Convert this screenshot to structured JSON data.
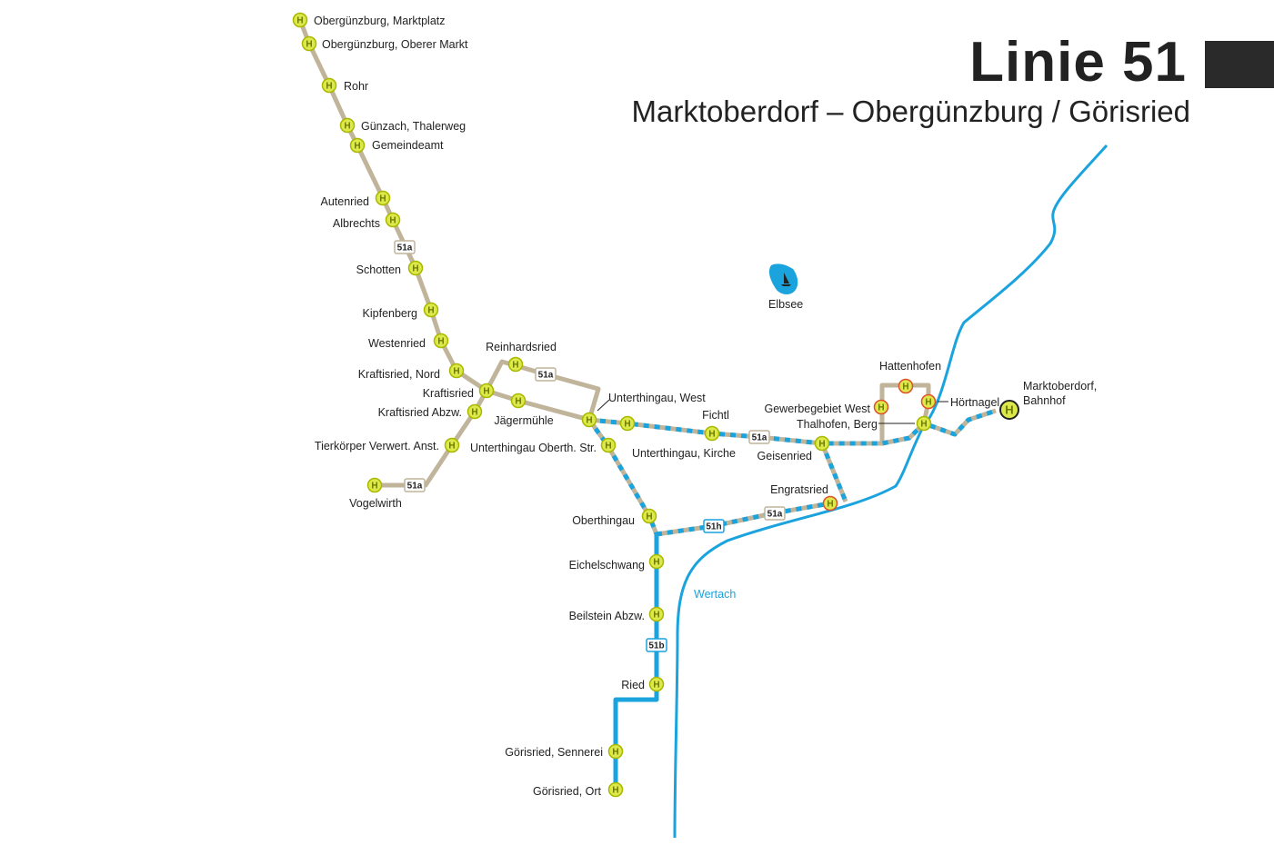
{
  "header": {
    "title": "Linie 51",
    "subtitle": "Marktoberdorf – Obergünzburg / Görisried"
  },
  "colors": {
    "grey_route": "#c0b49b",
    "blue_route": "#1aa3dd",
    "stop_fill": "#dde84a",
    "stop_border": "#a8b800",
    "special_stop_border": "#e0502a",
    "title_block": "#2a2a2a"
  },
  "map": {
    "features": {
      "lake": "Elbsee",
      "river": "Wertach"
    },
    "route_tags": [
      "51a",
      "51a",
      "51a",
      "51a",
      "51a",
      "51h",
      "51b"
    ],
    "stops": [
      {
        "name": "Obergünzburg, Marktplatz",
        "type": "regular"
      },
      {
        "name": "Obergünzburg, Oberer Markt",
        "type": "regular"
      },
      {
        "name": "Rohr",
        "type": "regular"
      },
      {
        "name": "Günzach, Thalerweg",
        "type": "regular"
      },
      {
        "name": "Gemeindeamt",
        "type": "regular"
      },
      {
        "name": "Autenried",
        "type": "regular"
      },
      {
        "name": "Albrechts",
        "type": "regular"
      },
      {
        "name": "Schotten",
        "type": "regular"
      },
      {
        "name": "Kipfenberg",
        "type": "regular"
      },
      {
        "name": "Westenried",
        "type": "regular"
      },
      {
        "name": "Kraftisried, Nord",
        "type": "regular"
      },
      {
        "name": "Kraftisried",
        "type": "regular"
      },
      {
        "name": "Kraftisried Abzw.",
        "type": "regular"
      },
      {
        "name": "Tierkörper Verwert. Anst.",
        "type": "regular"
      },
      {
        "name": "Vogelwirth",
        "type": "regular"
      },
      {
        "name": "Reinhardsried",
        "type": "regular"
      },
      {
        "name": "Jägermühle",
        "type": "regular"
      },
      {
        "name": "Unterthingau, West",
        "type": "regular"
      },
      {
        "name": "Unterthingau, Kirche",
        "type": "regular"
      },
      {
        "name": "Unterthingau Oberth. Str.",
        "type": "regular"
      },
      {
        "name": "Fichtl",
        "type": "regular"
      },
      {
        "name": "Geisenried",
        "type": "regular"
      },
      {
        "name": "Engratsried",
        "type": "special"
      },
      {
        "name": "Gewerbegebiet West",
        "type": "special"
      },
      {
        "name": "Hattenhofen",
        "type": "special"
      },
      {
        "name": "Hörtnagel",
        "type": "special"
      },
      {
        "name": "Thalhofen, Berg",
        "type": "regular"
      },
      {
        "name": "Marktoberdorf, Bahnhof",
        "type": "terminal"
      },
      {
        "name": "Oberthingau",
        "type": "regular"
      },
      {
        "name": "Eichelschwang",
        "type": "regular"
      },
      {
        "name": "Beilstein Abzw.",
        "type": "regular"
      },
      {
        "name": "Ried",
        "type": "regular"
      },
      {
        "name": "Görisried, Sennerei",
        "type": "regular"
      },
      {
        "name": "Görisried, Ort",
        "type": "regular"
      }
    ],
    "stop_letter": "H",
    "terminal_label_line2": "Bahnhof"
  }
}
